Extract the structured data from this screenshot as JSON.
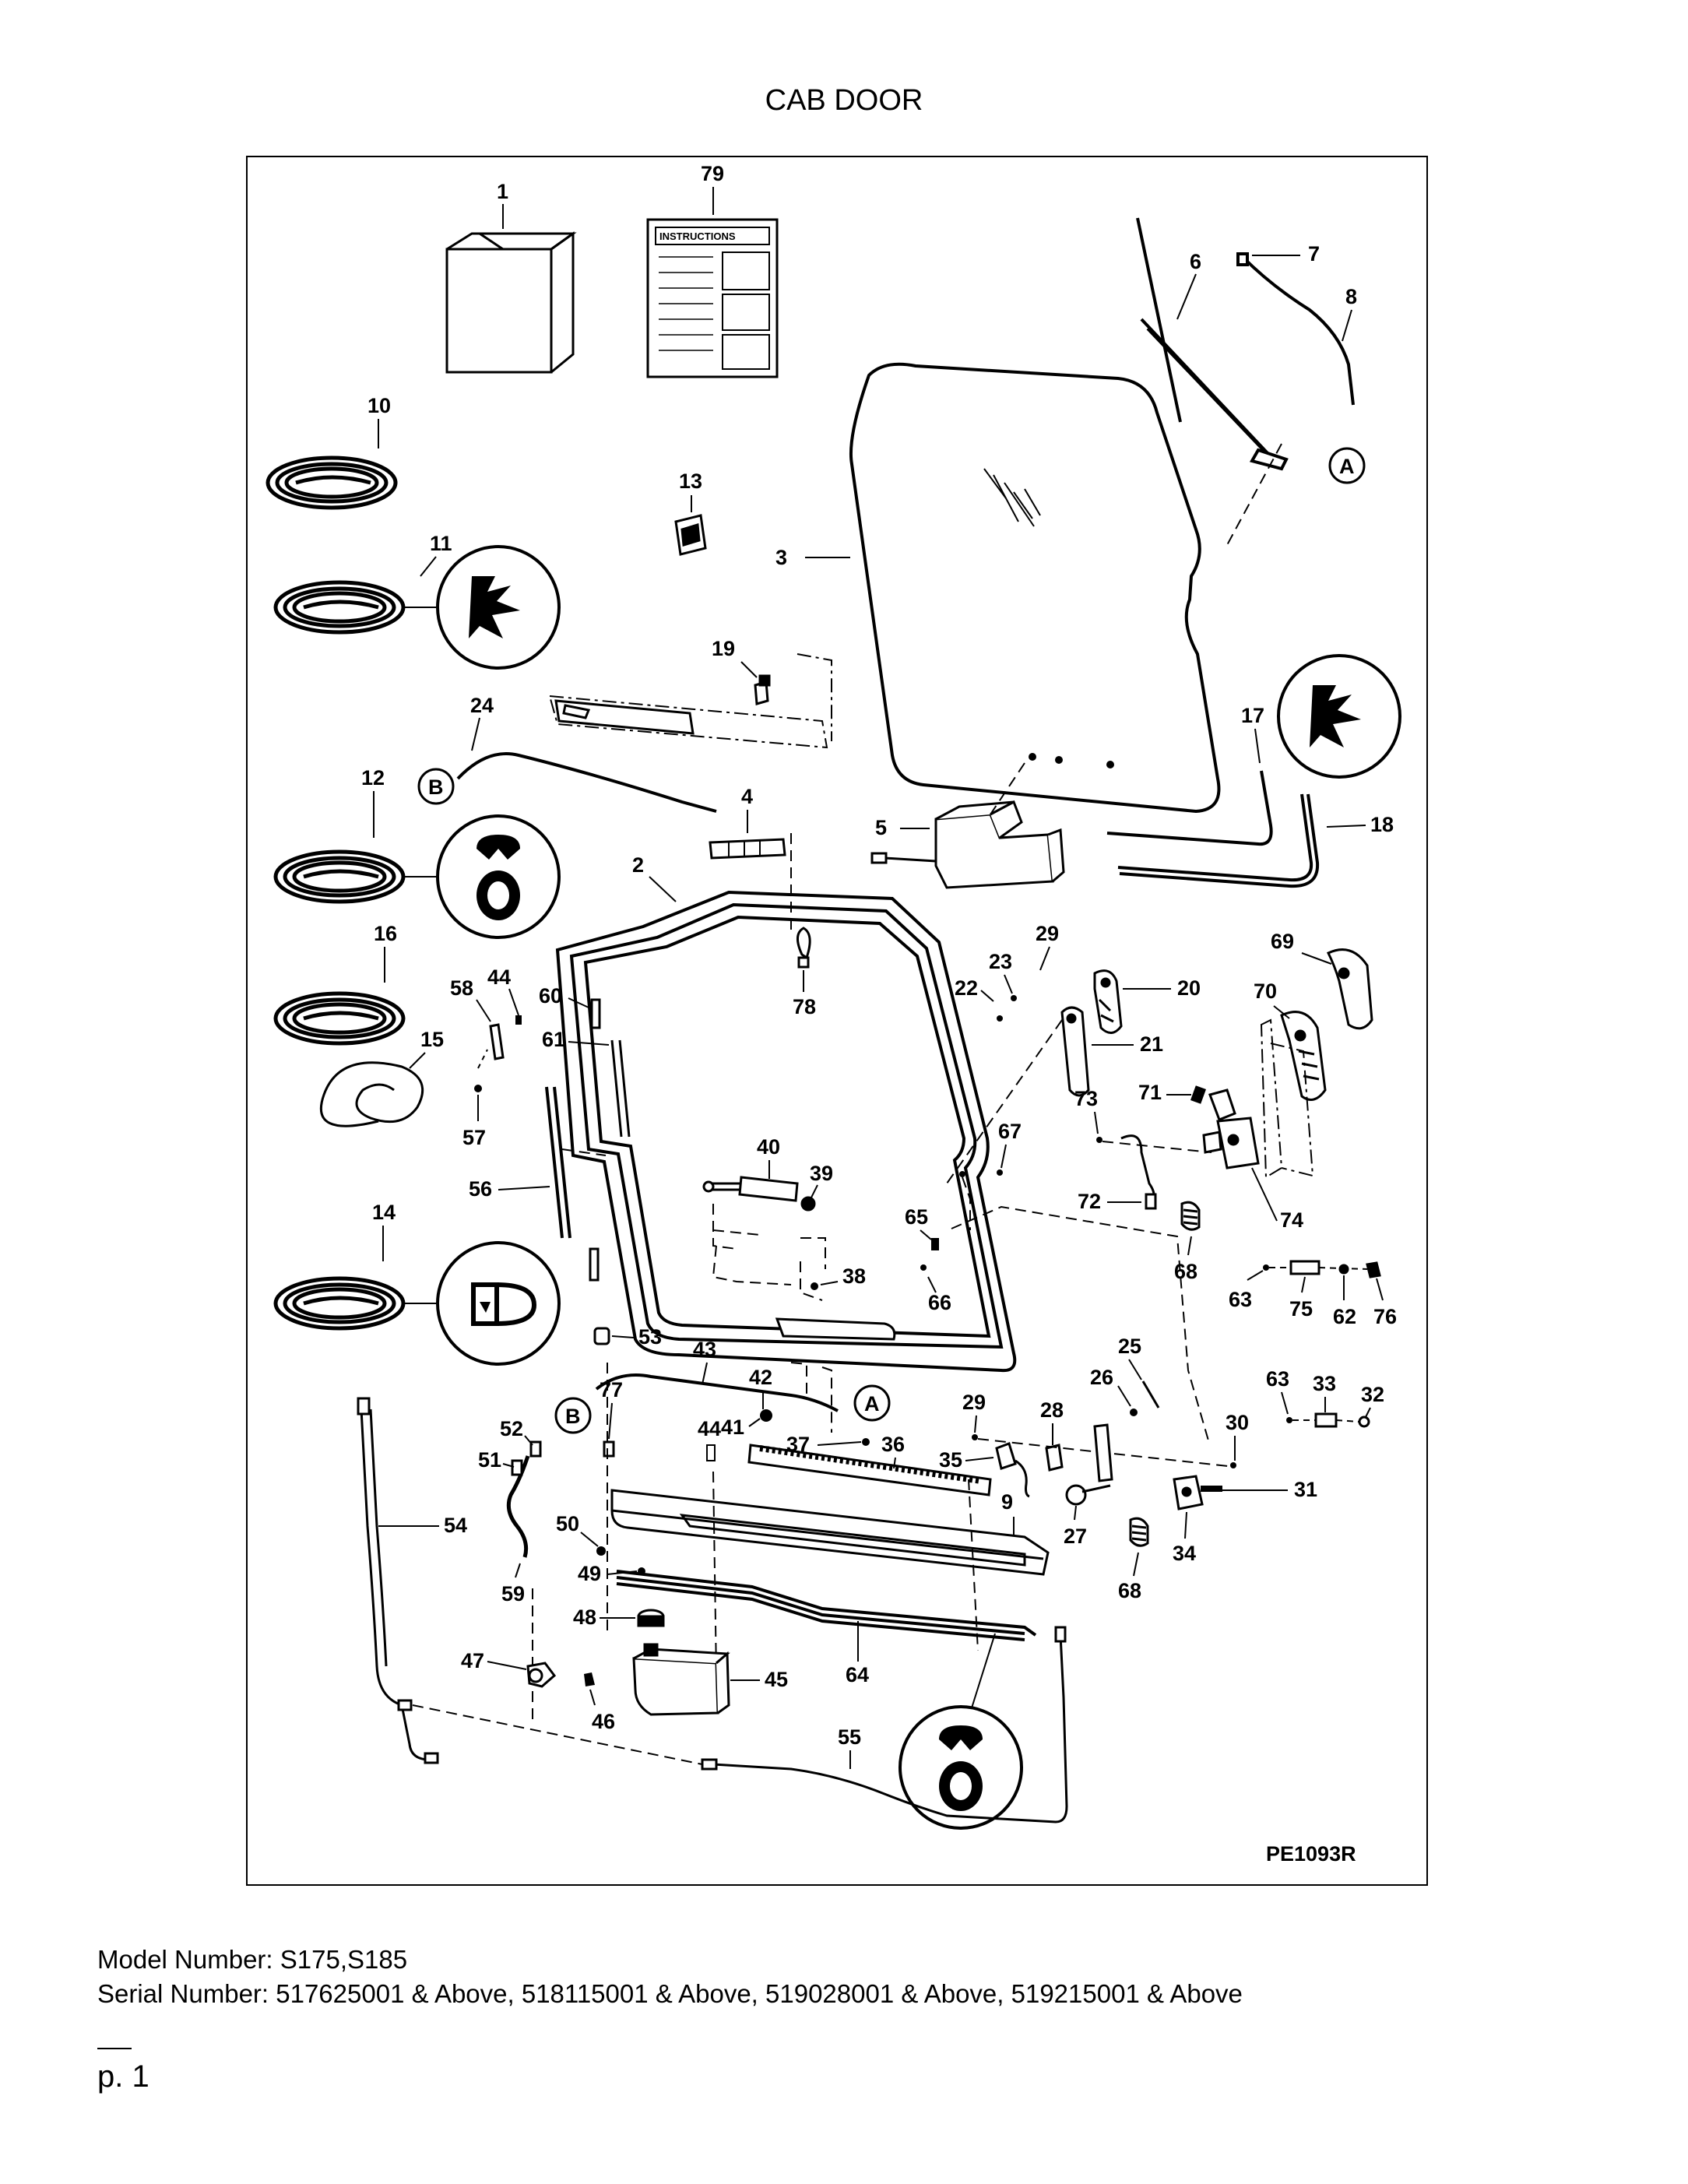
{
  "page": {
    "title": "CAB DOOR",
    "model_number": "Model Number: S175,S185",
    "serial_number": "Serial Number: 517625001 & Above, 518115001 & Above, 519028001 & Above, 519215001 & Above",
    "page_number": "p. 1"
  },
  "diagram": {
    "reference_code": "PE1093R",
    "instructions_label": "INSTRUCTIONS",
    "callout_letters": [
      "A",
      "B"
    ],
    "part_numbers": [
      "1",
      "2",
      "3",
      "4",
      "5",
      "6",
      "7",
      "8",
      "9",
      "10",
      "11",
      "12",
      "13",
      "14",
      "15",
      "16",
      "17",
      "18",
      "19",
      "20",
      "21",
      "22",
      "23",
      "24",
      "25",
      "26",
      "27",
      "28",
      "29",
      "30",
      "31",
      "32",
      "33",
      "34",
      "35",
      "36",
      "37",
      "38",
      "39",
      "40",
      "41",
      "42",
      "43",
      "44",
      "45",
      "46",
      "47",
      "48",
      "49",
      "50",
      "51",
      "52",
      "53",
      "54",
      "55",
      "56",
      "57",
      "58",
      "59",
      "60",
      "61",
      "62",
      "63",
      "64",
      "65",
      "66",
      "67",
      "68",
      "69",
      "70",
      "71",
      "72",
      "73",
      "74",
      "75",
      "76",
      "77",
      "78",
      "79"
    ]
  }
}
